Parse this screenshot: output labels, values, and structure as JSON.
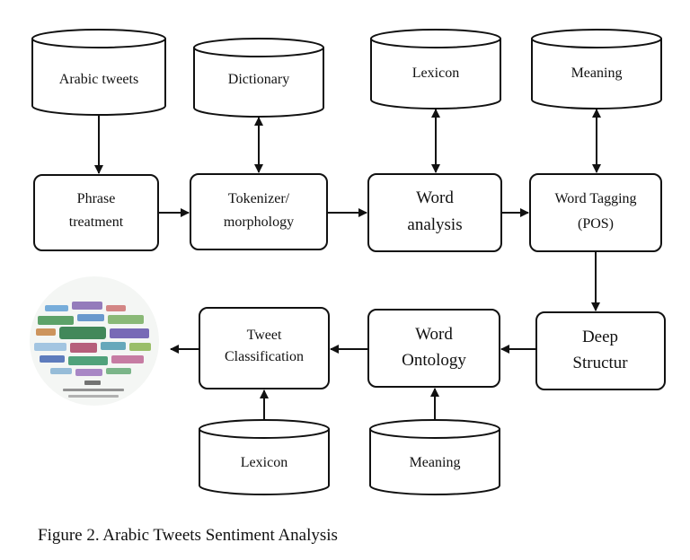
{
  "diagram": {
    "databases": {
      "arabic_tweets": "Arabic tweets",
      "dictionary": "Dictionary",
      "lexicon_top": "Lexicon",
      "meaning_top": "Meaning",
      "lexicon_bottom": "Lexicon",
      "meaning_bottom": "Meaning"
    },
    "processes": {
      "phrase_treatment": [
        "Phrase",
        "treatment"
      ],
      "tokenizer": [
        "Tokenizer/",
        "morphology"
      ],
      "word_analysis": [
        "Word",
        "analysis"
      ],
      "word_tagging": [
        "Word Tagging",
        "(POS)"
      ],
      "deep_structure": [
        "Deep",
        "Structur"
      ],
      "word_ontology": [
        "Word",
        "Ontology"
      ],
      "tweet_classification": [
        "Tweet",
        "Classification"
      ]
    },
    "cloud_image": "word-cloud"
  },
  "caption": "Figure 2. Arabic Tweets Sentiment Analysis"
}
